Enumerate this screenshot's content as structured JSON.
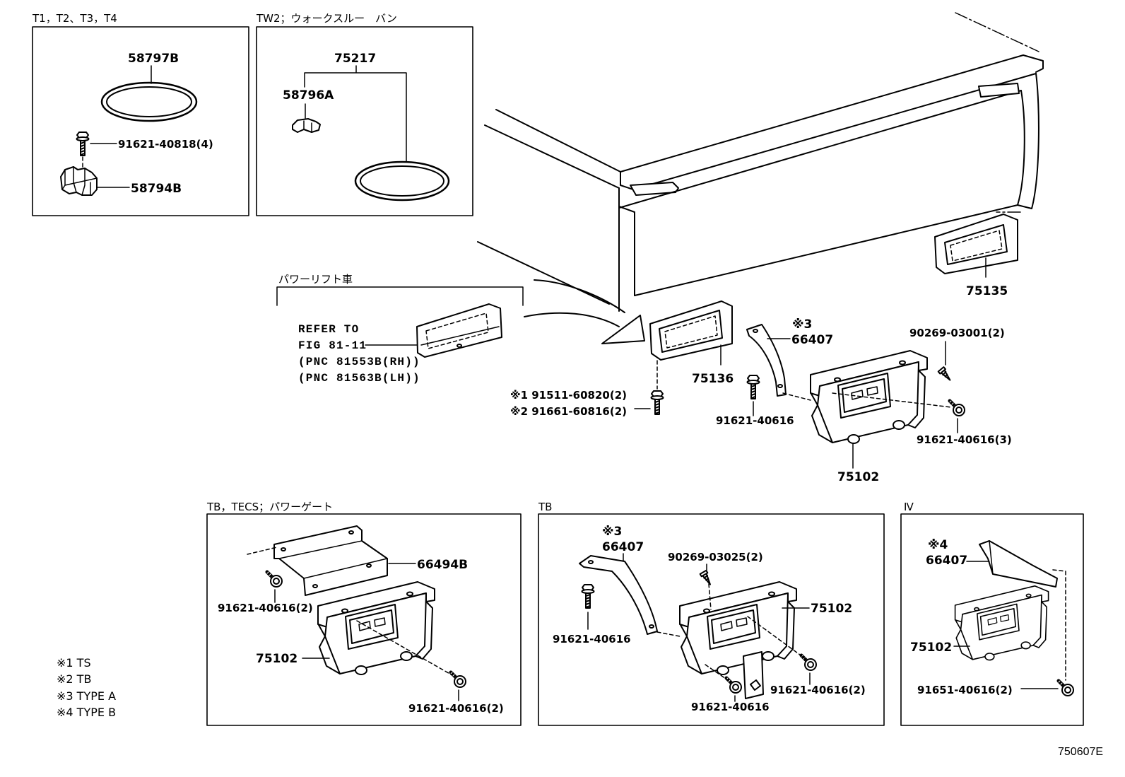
{
  "figure_code": "750607E",
  "colors": {
    "ink": "#000000",
    "paper": "#ffffff"
  },
  "inset_t": {
    "header": "T1，T2、T3，T4",
    "ring_part": "58797B",
    "bolt_part": "91621-40818(4)",
    "clip_part": "58794B"
  },
  "inset_tw2": {
    "header": "TW2；ウォークスルー　バン",
    "set_part": "75217",
    "clip_part": "58796A"
  },
  "power_lift": {
    "header": "パワーリフト車",
    "refer_line1": "REFER TO",
    "refer_line2": "FIG 81-11",
    "pnc_rh": "(PNC 81553B(RH))",
    "pnc_lh": "(PNC 81563B(LH))"
  },
  "main": {
    "lamp_right": "75135",
    "lamp_left": "75136",
    "bracket_mark": "※3",
    "bracket_part": "66407",
    "screw_part": "90269-03001(2)",
    "fastener_ts": "※1 91511-60820(2)",
    "fastener_tb": "※2 91661-60816(2)",
    "bolt_single": "91621-40616",
    "bolt_triple": "91621-40616(3)",
    "lamp_bracket": "75102"
  },
  "inset_tb_tecs": {
    "header": "TB，TECS；パワーゲート",
    "cover_part": "66494B",
    "cover_bolt": "91621-40616(2)",
    "lamp_bracket": "75102",
    "bracket_bolt": "91621-40616(2)"
  },
  "inset_tb": {
    "header": "TB",
    "bracket_mark": "※3",
    "bracket_part": "66407",
    "screw_part": "90269-03025(2)",
    "lamp_bracket": "75102",
    "bolt_left": "91621-40616",
    "bolt_right": "91621-40616(2)",
    "bolt_lower": "91621-40616"
  },
  "inset_iv": {
    "header": "Ⅳ",
    "bracket_mark": "※4",
    "bracket_part": "66407",
    "lamp_bracket": "75102",
    "bolt_part": "91651-40616(2)"
  },
  "legend": [
    "※1 TS",
    "※2 TB",
    "※3 TYPE A",
    "※4 TYPE B"
  ]
}
